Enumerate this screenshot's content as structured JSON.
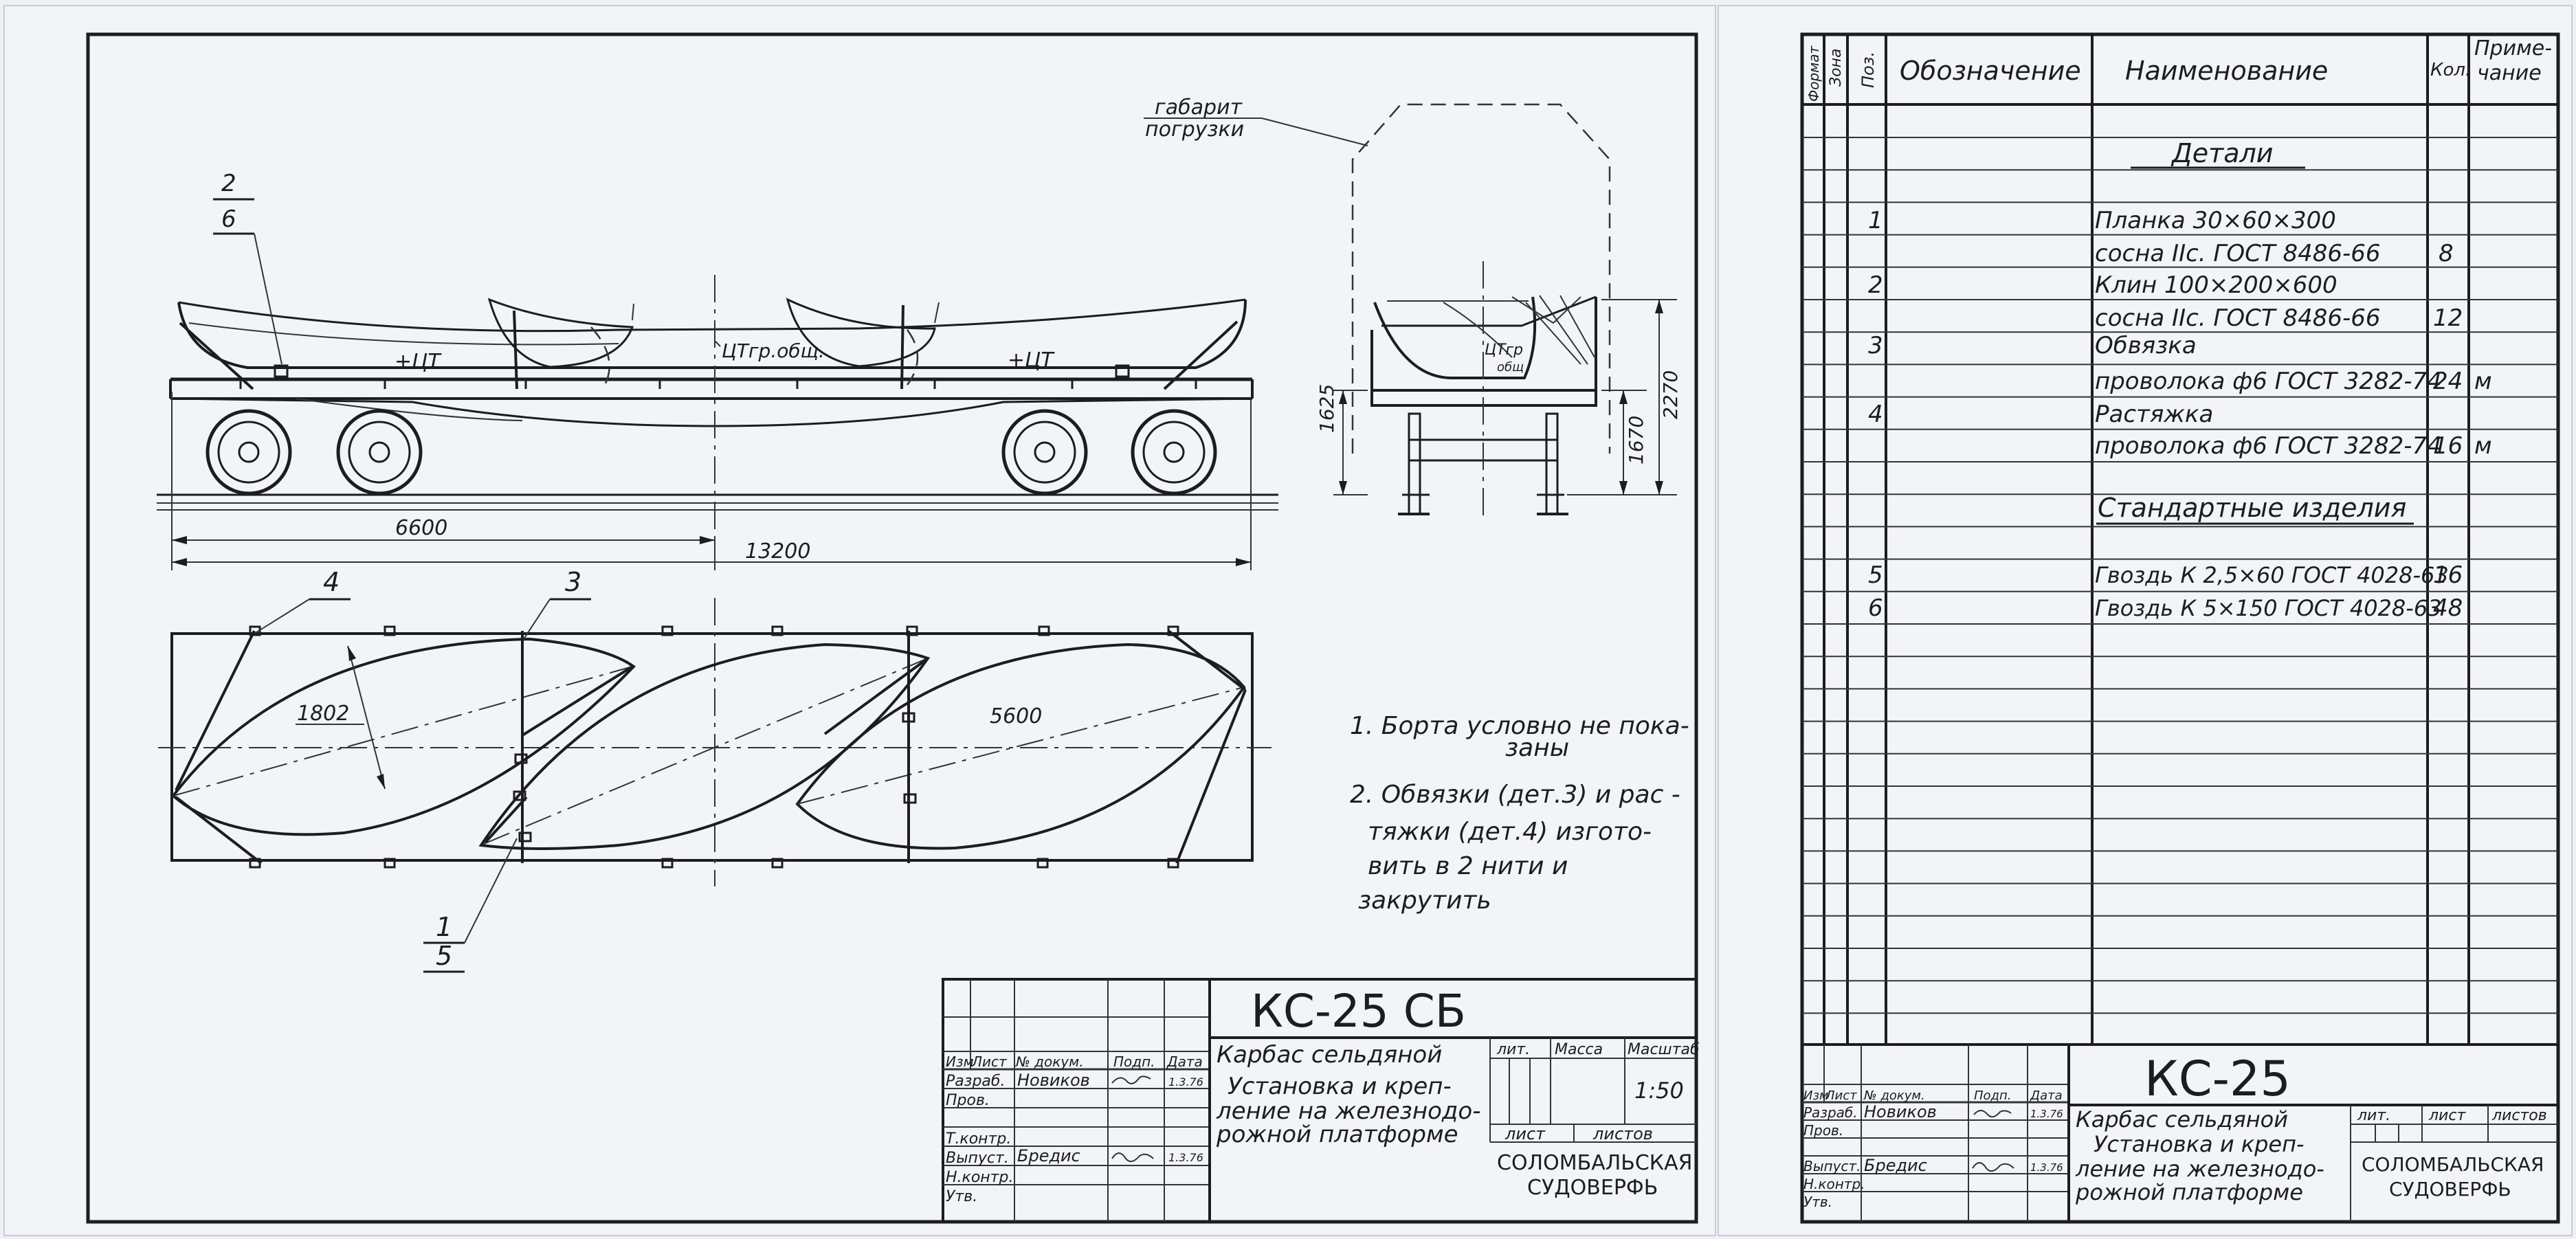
{
  "drawing": {
    "label_gabarit_1": "габарит",
    "label_gabarit_2": "погрузки",
    "callout_2": "2",
    "callout_6": "6",
    "callout_4": "4",
    "callout_3": "3",
    "callout_1": "1",
    "callout_5": "5",
    "cg_left": "+ЦТ",
    "cg_right": "+ЦТ",
    "cg_total": "ЦТгр.общ.",
    "cg_side": "ЦТгр",
    "cg_side_2": "общ",
    "dim_6600": "6600",
    "dim_13200": "13200",
    "dim_1802": "1802",
    "dim_5600": "5600",
    "dim_1625": "1625",
    "dim_1670": "1670",
    "dim_2270": "2270"
  },
  "notes": {
    "n1_a": "1. Борта условно не пока-",
    "n1_b": "заны",
    "n2_a": "2. Обвязки (дет.3) и рас -",
    "n2_b": "тяжки (дет.4) изгото-",
    "n2_c": "вить в 2 нити и",
    "n2_d": "закрутить"
  },
  "title_left": {
    "code": "КС-25 СБ",
    "name_1": "Карбас сельдяной",
    "name_2": "Установка и креп-",
    "name_3": "ление на железнодо-",
    "name_4": "рожной платформе",
    "lit": "лит.",
    "massa": "Масса",
    "masshtab": "Масштаб",
    "scale": "1:50",
    "list": "лист",
    "listov": "листов",
    "org_1": "СОЛОМБАЛЬСКАЯ",
    "org_2": "СУДОВЕРФЬ",
    "h_izm": "Изм",
    "h_list": "Лист",
    "h_docnum": "№ докум.",
    "h_podp": "Подп.",
    "h_data": "Дата",
    "r_razrab": "Разраб.",
    "r_prov": "Пров.",
    "r_tkontr": "Т.контр.",
    "r_vypust": "Выпуст.",
    "r_nkontr": "Н.контр.",
    "r_utv": "Утв.",
    "n_novikov": "Новиков",
    "n_bredis": "Бредис",
    "d_1": "1.3.76",
    "d_2": "1.3.76"
  },
  "spec": {
    "headers": {
      "format": "Формат",
      "zona": "Зона",
      "poz": "Поз.",
      "oboznachenie": "Обозначение",
      "naimenovanie": "Наименование",
      "kol": "Кол.",
      "prim_1": "Приме-",
      "prim_2": "чание"
    },
    "section_details": "Детали",
    "section_standard": "Стандартные изделия",
    "rows": [
      {
        "poz": "1",
        "name": "Планка 30×60×300",
        "kol": "",
        "prim": ""
      },
      {
        "poz": "",
        "name": "сосна IIс. ГОСТ 8486-66",
        "kol": "8",
        "prim": ""
      },
      {
        "poz": "2",
        "name": "Клин 100×200×600",
        "kol": "",
        "prim": ""
      },
      {
        "poz": "",
        "name": "сосна IIс. ГОСТ 8486-66",
        "kol": "12",
        "prim": ""
      },
      {
        "poz": "3",
        "name": "Обвязка",
        "kol": "",
        "prim": ""
      },
      {
        "poz": "",
        "name": "проволока ф6 ГОСТ 3282-74",
        "kol": "24",
        "prim": "м"
      },
      {
        "poz": "4",
        "name": "Растяжка",
        "kol": "",
        "prim": ""
      },
      {
        "poz": "",
        "name": "проволока ф6 ГОСТ 3282-74",
        "kol": "16",
        "prim": "м"
      },
      {
        "poz": "5",
        "name": "Гвоздь К 2,5×60 ГОСТ 4028-63",
        "kol": "16",
        "prim": ""
      },
      {
        "poz": "6",
        "name": "Гвоздь К 5×150 ГОСТ 4028-63",
        "kol": "48",
        "prim": ""
      }
    ]
  },
  "title_right": {
    "code": "КС-25",
    "name_1": "Карбас сельдяной",
    "name_2": "Установка и креп-",
    "name_3": "ление на железнодо-",
    "name_4": "рожной платформе",
    "lit": "лит.",
    "list": "лист",
    "listov": "листов",
    "org_1": "СОЛОМБАЛЬСКАЯ",
    "org_2": "СУДОВЕРФЬ",
    "h_izm": "Изм",
    "h_list": "Лист",
    "h_docnum": "№ докум.",
    "h_podp": "Подп.",
    "h_data": "Дата",
    "r_razrab": "Разраб.",
    "r_prov": "Пров.",
    "r_vypust": "Выпуст.",
    "r_nkontr": "Н.контр.",
    "r_utv": "Утв.",
    "n_novikov": "Новиков",
    "n_bredis": "Бредис",
    "d_1": "1.3.76",
    "d_2": "1.3.76"
  }
}
